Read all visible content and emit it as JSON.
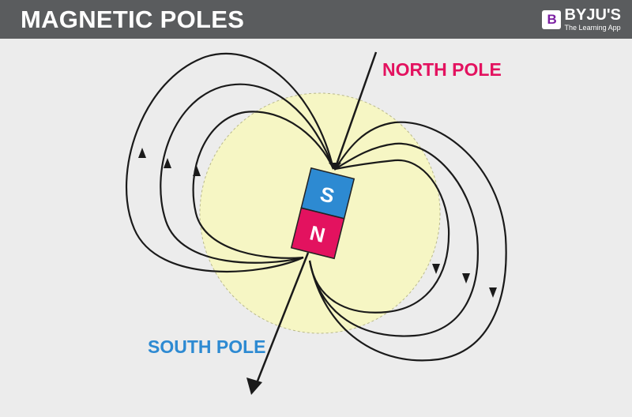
{
  "header": {
    "title": "MAGNETIC POLES",
    "brand_name": "BYJU'S",
    "brand_tagline": "The Learning App",
    "brand_icon": "byjus-logo-icon"
  },
  "diagram": {
    "north_pole_label": "NORTH POLE",
    "south_pole_label": "SOUTH POLE",
    "magnet_top_letter": "S",
    "magnet_bottom_letter": "N"
  },
  "colors": {
    "header_bg": "#5a5c5e",
    "background": "#ececec",
    "glow": "#f6f6c4",
    "north_label": "#e3125f",
    "south_label": "#2d8ad2",
    "magnet_s": "#2d8ad2",
    "magnet_n": "#e3125f",
    "field_lines": "#1a1a1a"
  }
}
